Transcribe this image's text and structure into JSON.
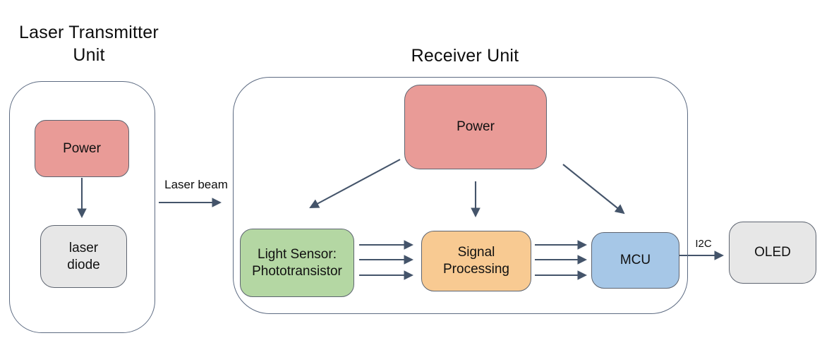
{
  "diagram": {
    "transmitter": {
      "title": "Laser Transmitter Unit",
      "power": "Power",
      "laser_diode": "laser diode"
    },
    "receiver": {
      "title": "Receiver Unit",
      "power": "Power",
      "light_sensor": "Light Sensor: Phototransistor",
      "signal_processing": "Signal Processing",
      "mcu": "MCU"
    },
    "oled": "OLED",
    "edge_labels": {
      "laser_beam": "Laser beam",
      "i2c": "I2C"
    },
    "colors": {
      "power_fill": "#e99b97",
      "light_sensor_fill": "#b4d7a3",
      "signal_processing_fill": "#f8ca92",
      "mcu_fill": "#a6c7e7",
      "neutral_fill": "#e7e7e7",
      "arrow": "#44546a",
      "container_border": "#5d6b82",
      "text": "#111111"
    }
  }
}
